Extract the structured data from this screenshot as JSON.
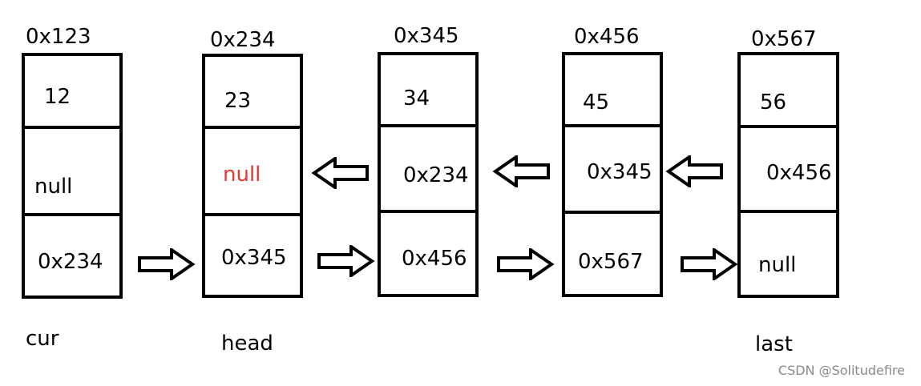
{
  "nodes": [
    {
      "address": "0x123",
      "value": "12",
      "prev": "null",
      "next": "0x234"
    },
    {
      "address": "0x234",
      "value": "23",
      "prev": "null",
      "next": "0x345"
    },
    {
      "address": "0x345",
      "value": "34",
      "prev": "0x234",
      "next": "0x456"
    },
    {
      "address": "0x456",
      "value": "45",
      "prev": "0x345",
      "next": "0x567"
    },
    {
      "address": "0x567",
      "value": "56",
      "prev": "0x456",
      "next": "null"
    }
  ],
  "labels": {
    "cur": "cur",
    "head": "head",
    "last": "last"
  },
  "watermark": "CSDN @Solitudefire",
  "colors": {
    "highlight": "#e53935"
  }
}
